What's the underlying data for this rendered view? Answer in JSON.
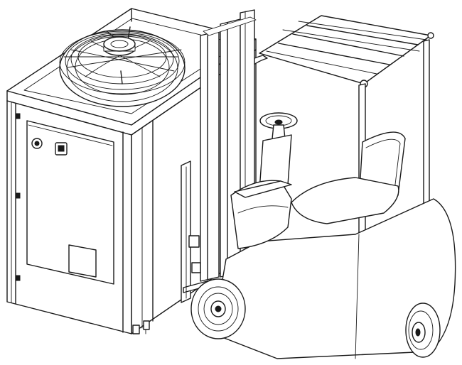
{
  "illustration": {
    "subjects": [
      "condenser-unit",
      "forklift"
    ],
    "style": "black line drawing on white",
    "colors": {
      "line": "#1a1a1a",
      "background": "#ffffff"
    }
  }
}
